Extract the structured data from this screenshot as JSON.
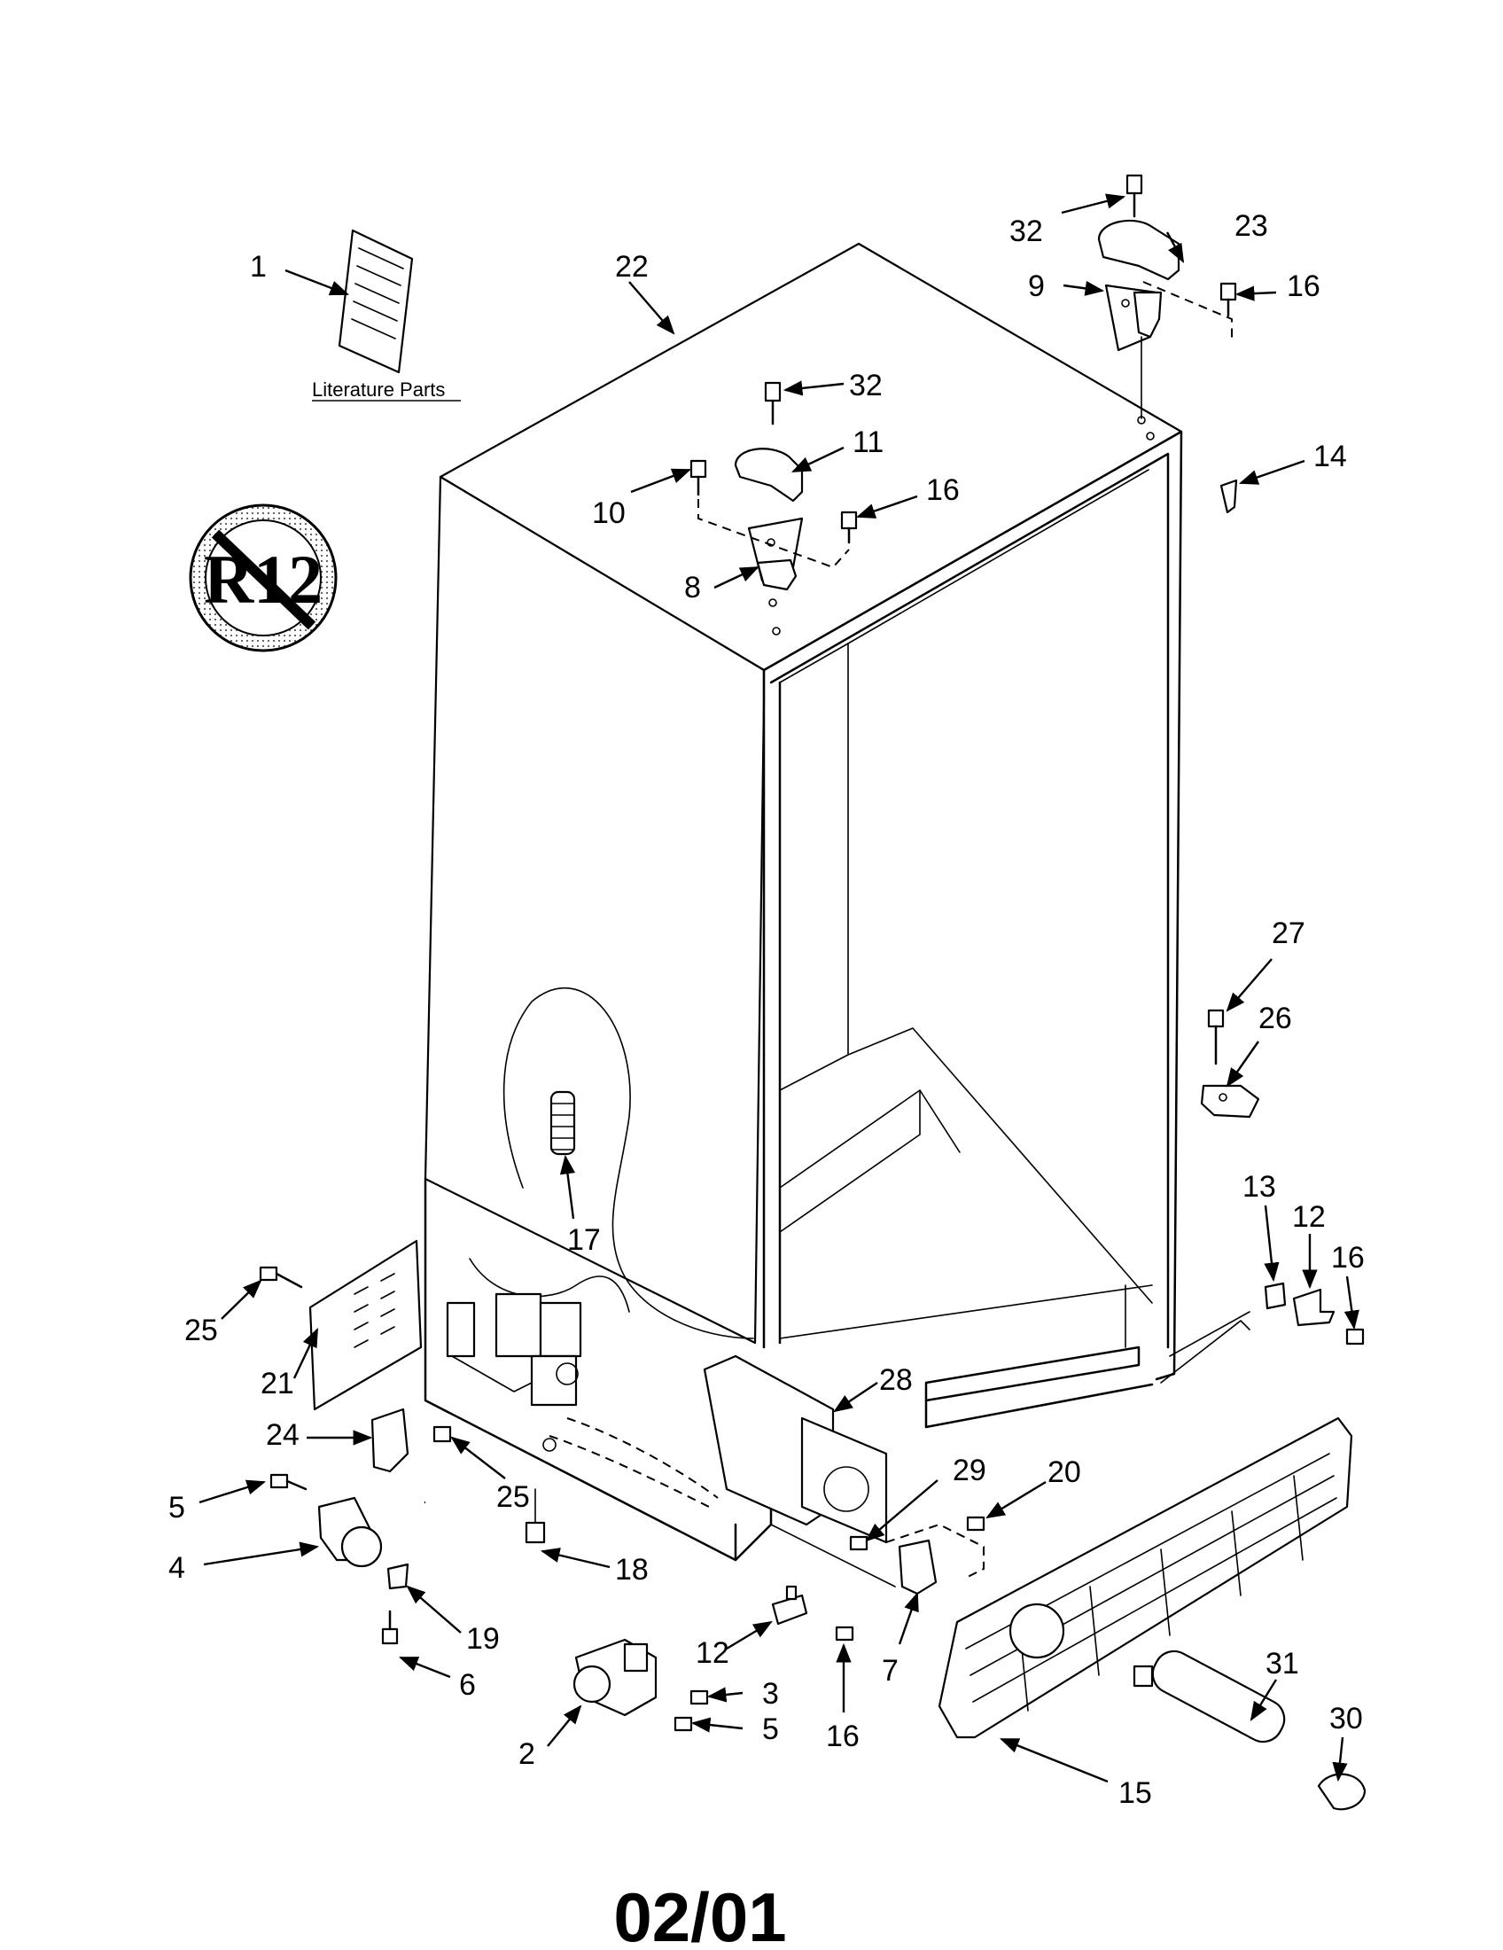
{
  "date_code": "02/01",
  "literature_caption": "Literature Parts",
  "no_r12_symbol_text": "R12",
  "callouts": {
    "c1": "1",
    "c2": "2",
    "c3": "3",
    "c4": "4",
    "c5a": "5",
    "c5b": "5",
    "c6": "6",
    "c7": "7",
    "c8": "8",
    "c9": "9",
    "c10": "10",
    "c11": "11",
    "c12a": "12",
    "c12b": "12",
    "c13": "13",
    "c14": "14",
    "c15": "15",
    "c16a": "16",
    "c16b": "16",
    "c16c": "16",
    "c16d": "16",
    "c17": "17",
    "c18": "18",
    "c19": "19",
    "c20": "20",
    "c21": "21",
    "c22": "22",
    "c23": "23",
    "c24": "24",
    "c25a": "25",
    "c25b": "25",
    "c26": "26",
    "c27": "27",
    "c28": "28",
    "c29": "29",
    "c30": "30",
    "c31": "31",
    "c32a": "32",
    "c32b": "32"
  }
}
